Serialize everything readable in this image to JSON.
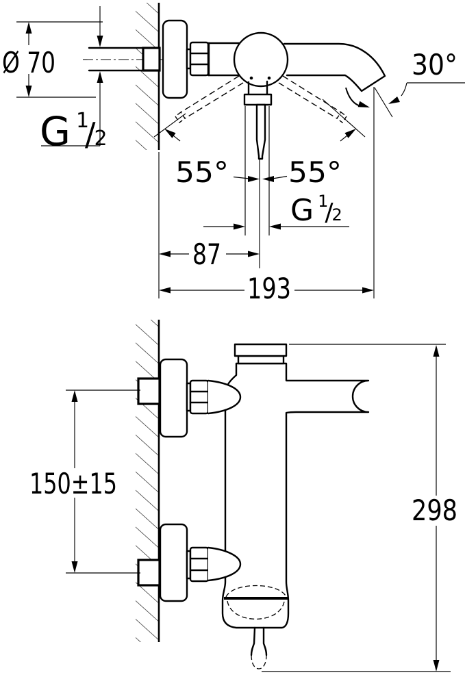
{
  "drawing": {
    "title": "faucet-installation-dimension-drawing",
    "background_color": "#ffffff",
    "line_color": "#000000",
    "views": [
      {
        "id": "side-view",
        "description": "wall-mounted single-lever bath mixer, side profile with spout and lever swing range"
      },
      {
        "id": "front-view",
        "description": "wall-mounted mixer with two supply connections and bottom outlet"
      }
    ]
  },
  "dimensions": {
    "escutcheon_diameter": "Ø 70",
    "spout_angle": "30°",
    "swing_left": "55°",
    "swing_right": "55°",
    "wall_to_handle": "87",
    "spout_projection": "193",
    "connection_spacing": "150±15",
    "total_height": "298",
    "thread": {
      "g": "G",
      "num": "1",
      "slash": "/",
      "den": "2"
    }
  }
}
